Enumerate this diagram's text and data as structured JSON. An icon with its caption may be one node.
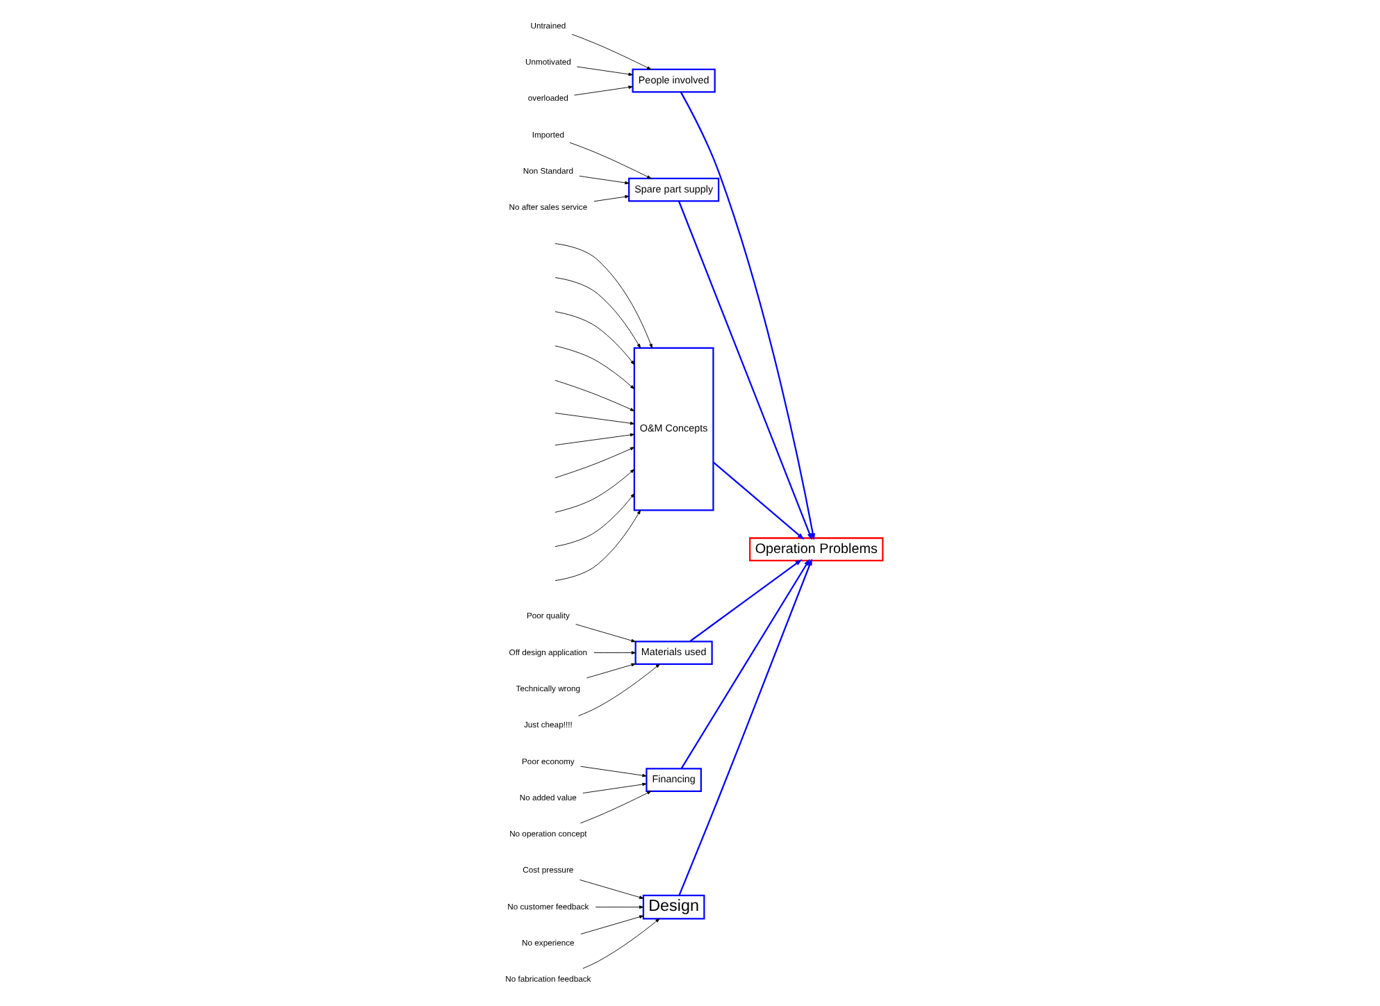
{
  "diagram": {
    "nodes": [
      {
        "text": [
          "Design"
        ]
      },
      {
        "text": [
          "People involved"
        ]
      },
      {
        "text": [
          "Spare part supply"
        ]
      },
      {
        "text": [
          "Untrained"
        ]
      },
      {
        "text": [
          "Cost pressure"
        ]
      },
      {
        "text": [
          "No customer feedback"
        ]
      },
      {
        "text": [
          "Imported"
        ]
      },
      {
        "text": [
          "Unmotivated"
        ]
      },
      {
        "text": [
          "No experience"
        ]
      },
      {
        "text": [
          "Non Standard"
        ]
      },
      {
        "text": [
          "overloaded"
        ]
      },
      {
        "text": [
          "No fabrication feedback"
        ]
      },
      {
        "text": [
          "No after sales service"
        ]
      },
      {
        "text": [
          "Operation Problems"
        ]
      },
      {
        "text": [
          "Poor economy"
        ]
      },
      {
        "text": [
          "No added value"
        ]
      },
      {
        "text": [
          "Poor quality"
        ]
      },
      {
        "text": [
          "No operation concept"
        ]
      },
      {
        "text": [
          "Off design application"
        ]
      },
      {
        "text": [
          "Technically wrong"
        ]
      },
      {
        "text": [
          "Just cheap!!!!"
        ]
      },
      {
        "text": [
          "O&M Concepts"
        ]
      },
      {
        "text": [
          "Materials used"
        ]
      },
      {
        "text": [
          "Financing"
        ]
      }
    ],
    "edges": [
      {
        "from": 2,
        "to": 13,
        "arrow": "to",
        "color": "#0000ff"
      },
      {
        "from": 1,
        "to": 13,
        "arrow": "to",
        "color": "#0000ff"
      },
      {
        "from": 0,
        "to": 13,
        "arrow": "to",
        "color": "#0000ff"
      },
      {
        "from": 23,
        "to": 13,
        "arrow": "to",
        "color": "#0000ff"
      },
      {
        "from": 21,
        "to": 13,
        "arrow": "to",
        "color": "#0000ff"
      },
      {
        "from": 22,
        "to": 13,
        "arrow": "to",
        "color": "#0000ff"
      },
      {
        "from": 6,
        "to": 2,
        "arrow": "to"
      },
      {
        "from": 9,
        "to": 2,
        "arrow": "to"
      },
      {
        "from": 12,
        "to": 2,
        "arrow": "to"
      },
      {
        "from": 3,
        "to": 1,
        "arrow": "to"
      },
      {
        "from": 7,
        "to": 1,
        "arrow": "to"
      },
      {
        "from": 10,
        "to": 1,
        "arrow": "to"
      },
      {
        "from": 4,
        "to": 0,
        "arrow": "to"
      },
      {
        "from": 5,
        "to": 0,
        "arrow": "to"
      },
      {
        "from": 8,
        "to": 0,
        "arrow": "to"
      },
      {
        "from": 11,
        "to": 0,
        "arrow": "to"
      },
      {
        "from": 14,
        "to": 23,
        "arrow": "to"
      },
      {
        "from": 15,
        "to": 23,
        "arrow": "to"
      },
      {
        "from": 17,
        "to": 23,
        "arrow": "to"
      },
      {
        "from": 16,
        "to": 22,
        "arrow": "to"
      },
      {
        "from": 18,
        "to": 22,
        "arrow": "to"
      },
      {
        "from": 19,
        "to": 22,
        "arrow": "to"
      },
      {
        "from": 20,
        "to": 22,
        "arrow": "to"
      },
      {
        "from": null,
        "to": 21,
        "arrow": "to"
      },
      {
        "from": null,
        "to": 21,
        "arrow": "to"
      },
      {
        "from": null,
        "to": 21,
        "arrow": "to"
      },
      {
        "from": null,
        "to": 21,
        "arrow": "to"
      },
      {
        "from": null,
        "to": 21,
        "arrow": "to"
      },
      {
        "from": null,
        "to": 21,
        "arrow": "to"
      },
      {
        "from": null,
        "to": 21,
        "arrow": "to"
      },
      {
        "from": null,
        "to": 21,
        "arrow": "to"
      },
      {
        "from": null,
        "to": 21,
        "arrow": "to"
      },
      {
        "from": null,
        "to": 21,
        "arrow": "to"
      },
      {
        "from": null,
        "to": 21,
        "arrow": "to"
      }
    ]
  }
}
